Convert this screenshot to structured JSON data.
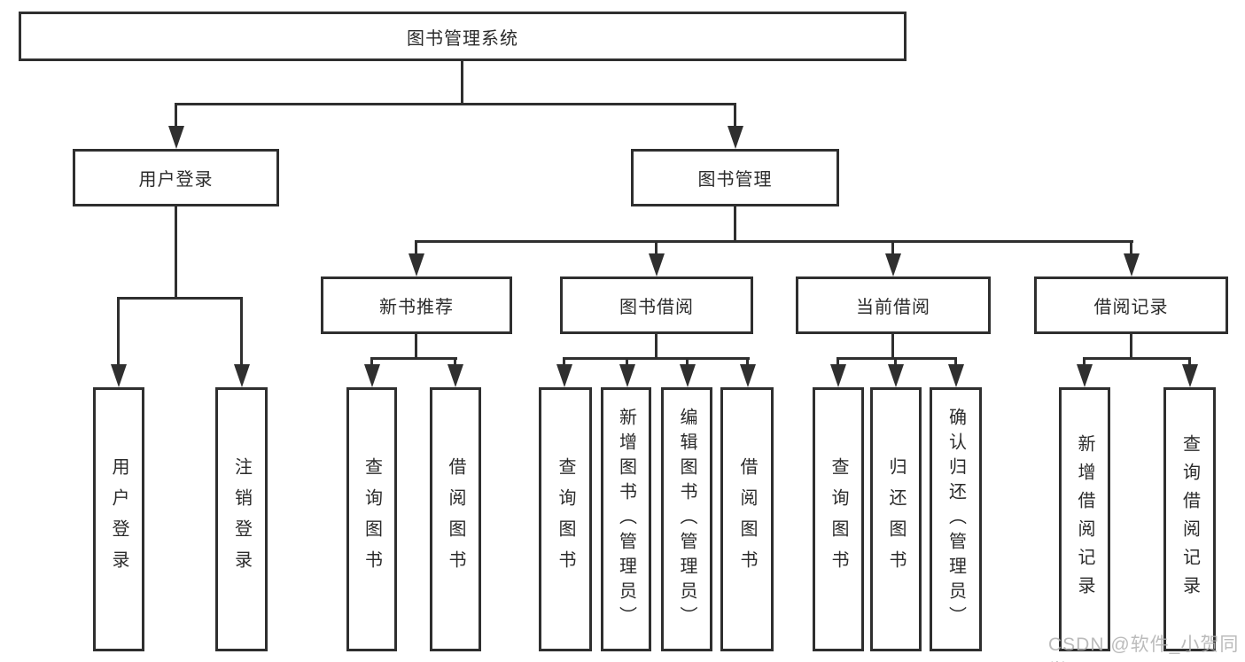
{
  "tree": {
    "root": "图书管理系统",
    "branches": [
      {
        "label": "用户登录",
        "leaves": [
          "用户登录",
          "注销登录"
        ]
      },
      {
        "label": "图书管理",
        "children": [
          {
            "label": "新书推荐",
            "leaves": [
              "查询图书",
              "借阅图书"
            ]
          },
          {
            "label": "图书借阅",
            "leaves": [
              "查询图书",
              "新增图书（管理员）",
              "编辑图书（管理员）",
              "借阅图书"
            ]
          },
          {
            "label": "当前借阅",
            "leaves": [
              "查询图书",
              "归还图书",
              "确认归还（管理员）"
            ]
          },
          {
            "label": "借阅记录",
            "leaves": [
              "新增借阅记录",
              "查询借阅记录"
            ]
          }
        ]
      }
    ]
  },
  "watermark": "CSDN @软件_小贺同学",
  "colors": {
    "line": "#2f2f2f",
    "text": "#2b2b2b",
    "watermark": "#b0b0b0",
    "background": "#ffffff"
  }
}
